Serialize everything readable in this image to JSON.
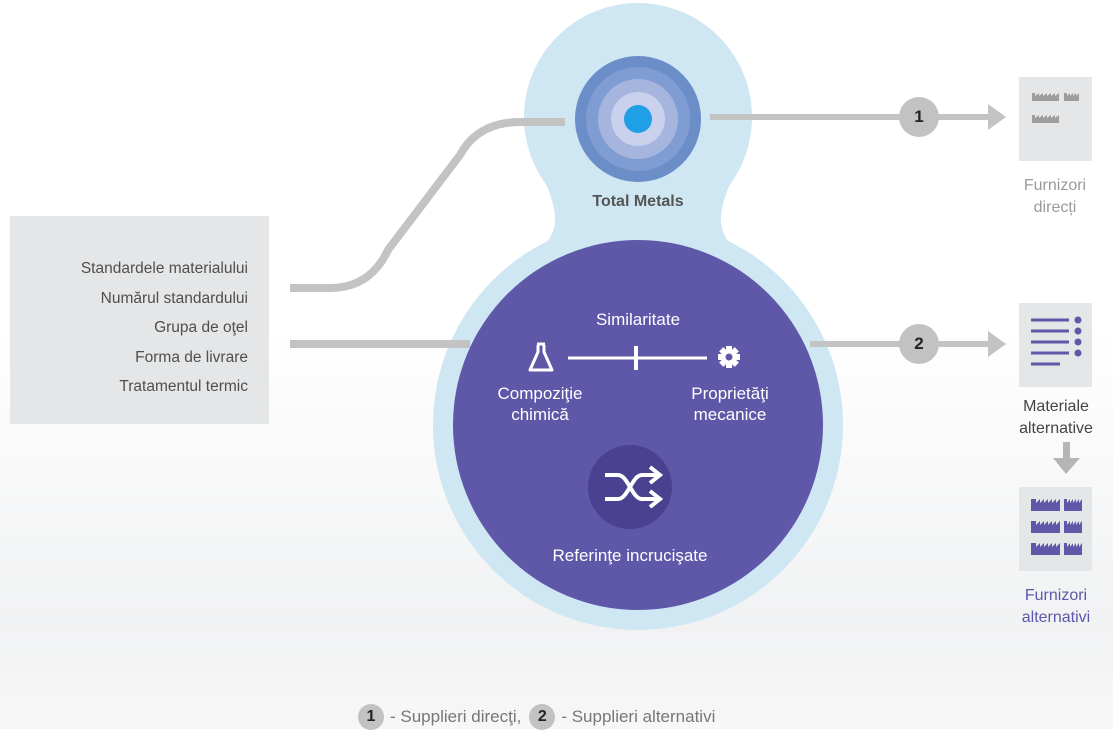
{
  "hub": {
    "title": "Total Metals"
  },
  "inputs": {
    "items": [
      "Standardele materialului",
      "Numărul standardului",
      "Grupa de oţel",
      "Forma de livrare",
      "Tratamentul termic"
    ]
  },
  "engine": {
    "similarity": "Similaritate",
    "left_label": [
      "Compoziţie",
      "chimică"
    ],
    "right_label": [
      "Proprietăţi",
      "mecanice"
    ],
    "cross_ref": "Referinţe incrucişate"
  },
  "outputs": {
    "direct": {
      "badge": "1",
      "label": [
        "Furnizori",
        "direcți"
      ]
    },
    "alternative_materials": {
      "badge": "2",
      "label": [
        "Materiale",
        "alternative"
      ]
    },
    "alternative_suppliers": {
      "label": [
        "Furnizori",
        "alternativi"
      ]
    }
  },
  "legend": {
    "item1_num": "1",
    "item1_text": "- Supplieri direcţi,",
    "item2_num": "2",
    "item2_text": "- Supplieri alternativi"
  },
  "colors": {
    "halo": "#cfe6f3",
    "engine": "#5f57a8",
    "engine_dark": "#4a4290",
    "hub_ring_outer": "#6b8ec9",
    "hub_ring_mid": "#a6b5dd",
    "hub_center": "#1e9fe6",
    "connector": "#c3c3c3",
    "badge": "#c2c2c2",
    "tile": "#e5e6e7",
    "icon_gray": "#9d9d9d",
    "icon_purple": "#5f57a8"
  }
}
